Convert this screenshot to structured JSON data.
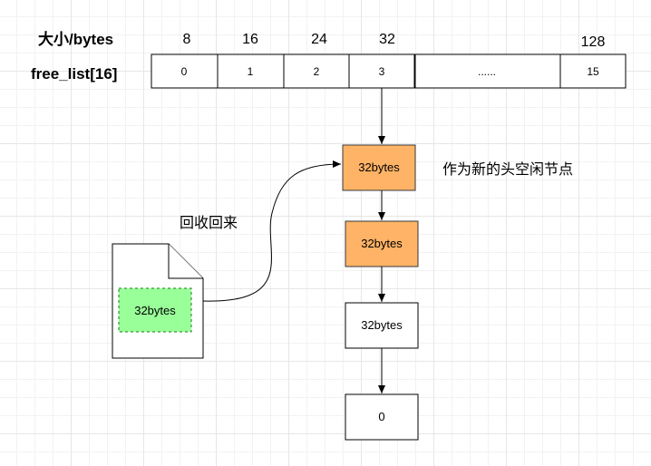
{
  "header": {
    "size_label": "大小/bytes",
    "list_label": "free_list[16]"
  },
  "sizes": [
    "8",
    "16",
    "24",
    "32",
    "128"
  ],
  "cells": [
    "0",
    "1",
    "2",
    "3",
    "......",
    "15"
  ],
  "nodes": [
    "32bytes",
    "32bytes",
    "32bytes",
    "0"
  ],
  "recycled_block_label": "32bytes",
  "annotations": {
    "new_head": "作为新的头空闲节点",
    "reclaimed": "回收回来"
  },
  "colors": {
    "node_highlight": "#ffb366",
    "node_highlight_border": "#36393d",
    "recycled_fill": "#99ff99",
    "recycled_border": "#1a7a1a"
  }
}
